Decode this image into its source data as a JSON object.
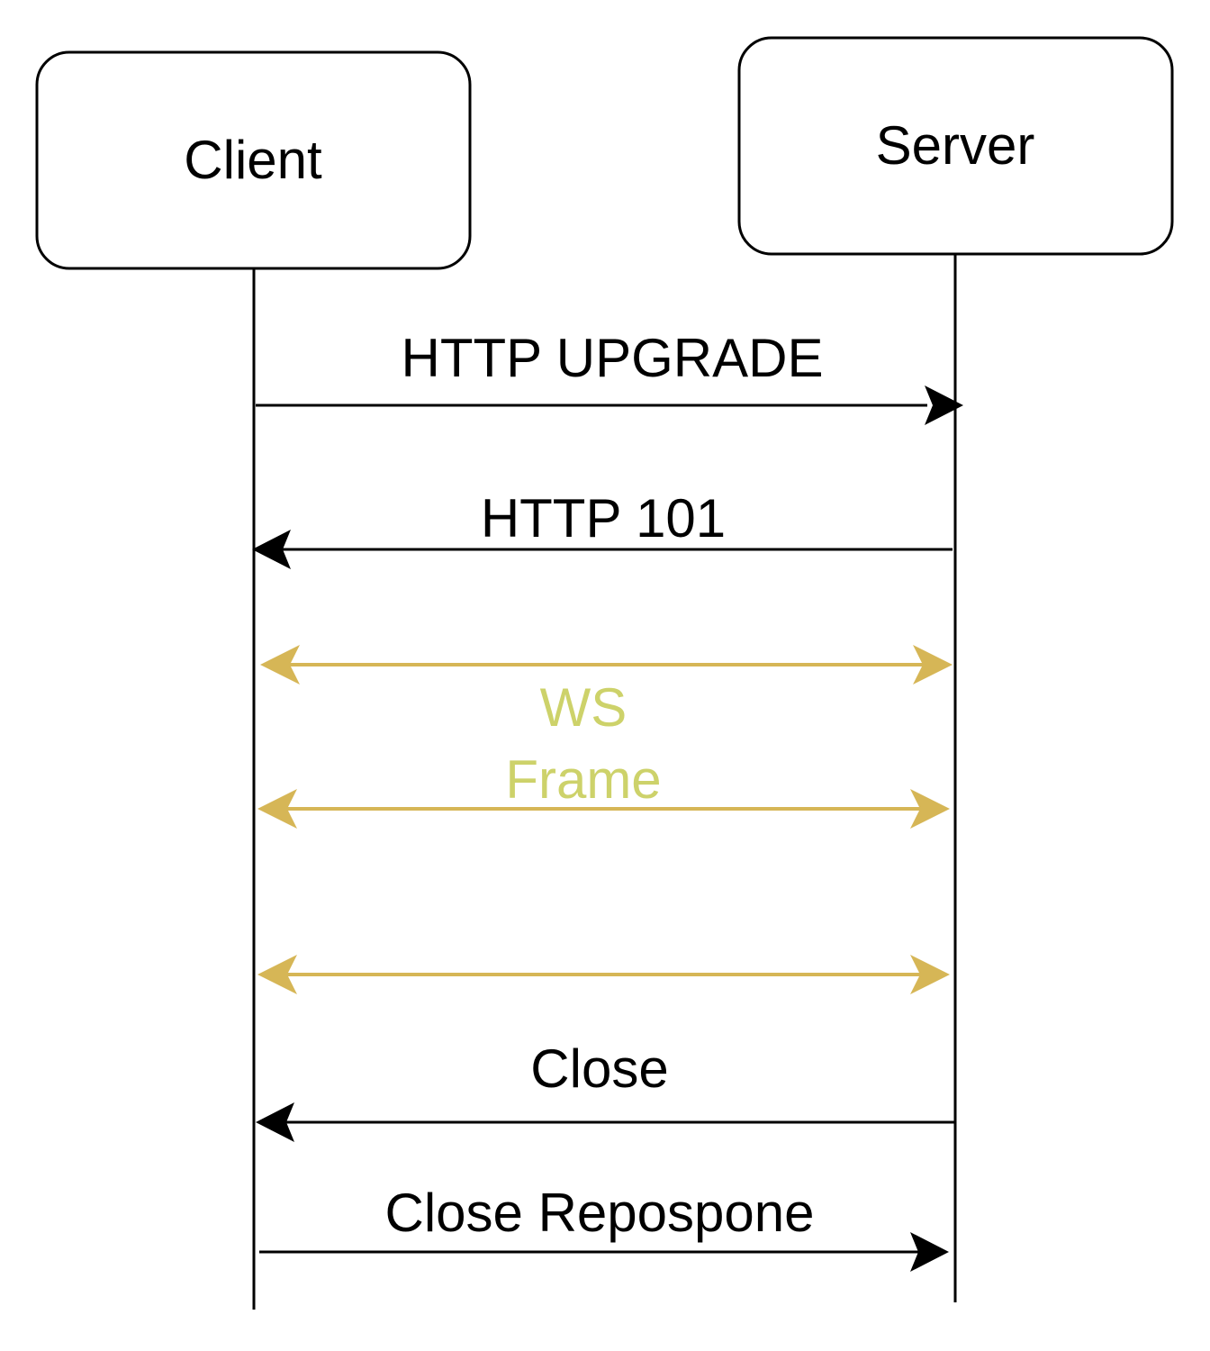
{
  "participants": {
    "client": {
      "label": "Client"
    },
    "server": {
      "label": "Server"
    }
  },
  "messages": {
    "http_upgrade": {
      "label": "HTTP UPGRADE",
      "from": "client",
      "to": "server"
    },
    "http_101": {
      "label": "HTTP 101",
      "from": "server",
      "to": "client"
    },
    "ws_frame": {
      "label_line1": "WS",
      "label_line2": "Frame",
      "direction": "bidirectional"
    },
    "close": {
      "label": "Close",
      "from": "server",
      "to": "client"
    },
    "close_response": {
      "label": "Close Repospone",
      "from": "client",
      "to": "server"
    }
  },
  "colors": {
    "line": "#000000",
    "ws_arrow": "#d6b656",
    "ws_text": "#cdd26a",
    "box_fill": "#ffffff"
  }
}
